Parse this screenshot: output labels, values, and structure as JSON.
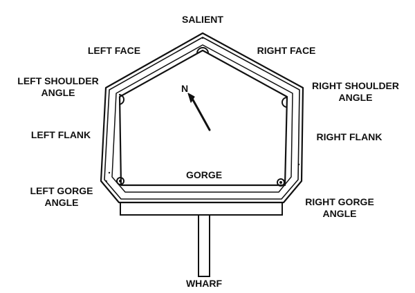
{
  "labels": {
    "salient": "SALIENT",
    "left_face": "LEFT FACE",
    "right_face": "RIGHT FACE",
    "left_shoulder_angle": [
      "LEFT SHOULDER",
      "ANGLE"
    ],
    "right_shoulder_angle": [
      "RIGHT SHOULDER",
      "ANGLE"
    ],
    "north": "N",
    "left_flank": "LEFT FLANK",
    "right_flank": "RIGHT FLANK",
    "gorge": "GORGE",
    "left_gorge_angle": [
      "LEFT GORGE",
      "ANGLE"
    ],
    "right_gorge_angle": [
      "RIGHT GORGE",
      "ANGLE"
    ],
    "wharf": "WHARF"
  },
  "colors": {
    "ink": "#111111",
    "paper": "#ffffff"
  }
}
